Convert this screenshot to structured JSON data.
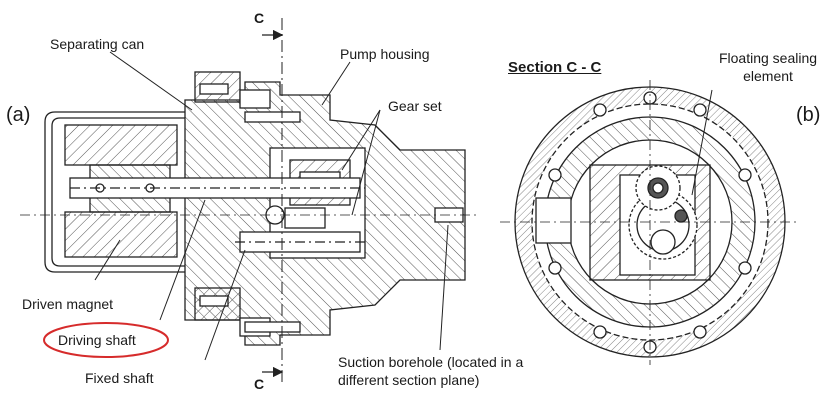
{
  "labels": {
    "panel_a": "(a)",
    "panel_b": "(b)",
    "section_mark_top": "C",
    "section_mark_bottom": "C",
    "separating_can": "Separating can",
    "pump_housing": "Pump housing",
    "gear_set": "Gear set",
    "driven_magnet": "Driven magnet",
    "driving_shaft": "Driving shaft",
    "fixed_shaft": "Fixed shaft",
    "suction_borehole_1": "Suction borehole (located in a",
    "suction_borehole_2": "different section plane)",
    "section_title": "Section C - C",
    "floating_sealing_1": "Floating sealing",
    "floating_sealing_2": "element"
  },
  "colors": {
    "line": "#222222",
    "hatch": "#555555",
    "highlight": "#d62b2b"
  }
}
